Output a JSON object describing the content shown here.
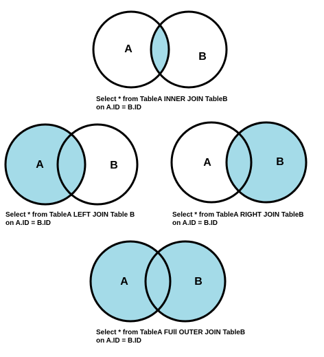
{
  "colors": {
    "fill": "#a4dbe8",
    "stroke": "#000000",
    "background": "#ffffff"
  },
  "diagrams": [
    {
      "id": "inner",
      "fill_mode": "intersection",
      "label_a": "A",
      "label_b": "B",
      "query_line1": "Select * from TableA INNER JOIN TableB",
      "query_line2": "on A.ID = B.ID"
    },
    {
      "id": "left",
      "fill_mode": "left",
      "label_a": "A",
      "label_b": "B",
      "query_line1": "Select * from TableA LEFT JOIN Table B",
      "query_line2": "on A.ID = B.ID"
    },
    {
      "id": "right",
      "fill_mode": "right",
      "label_a": "A",
      "label_b": "B",
      "query_line1": "Select * from TableA RIGHT JOIN TableB",
      "query_line2": "on A.ID = B.ID"
    },
    {
      "id": "full",
      "fill_mode": "full",
      "label_a": "A",
      "label_b": "B",
      "query_line1": "Select * from TableA FUll OUTER JOIN TableB",
      "query_line2": "on A.ID = B.ID"
    }
  ]
}
